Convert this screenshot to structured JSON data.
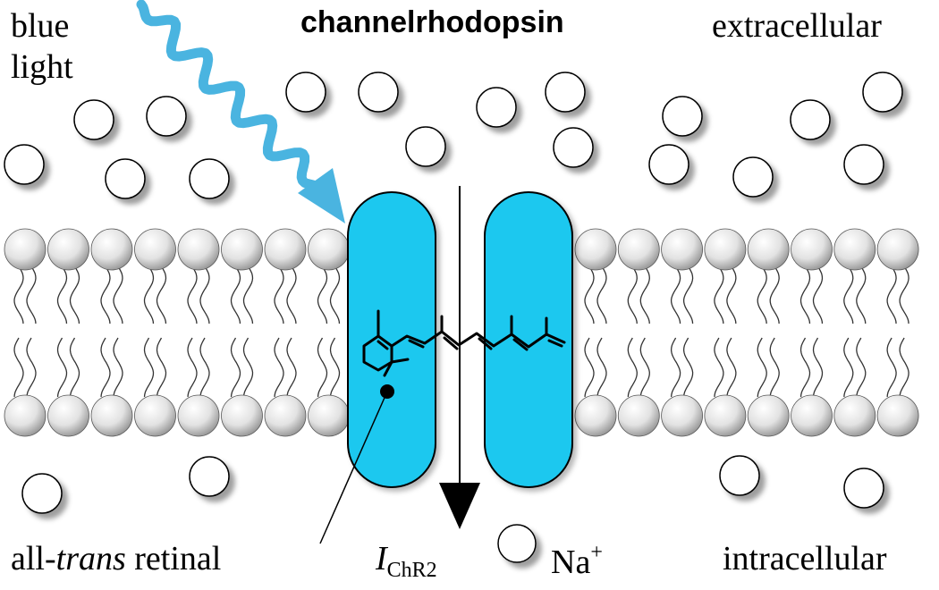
{
  "title": "channelrhodopsin",
  "labels": {
    "blue_light_line1": "blue",
    "blue_light_line2": "light",
    "extracellular": "extracellular",
    "intracellular": "intracellular",
    "retinal_prefix": "all-",
    "retinal_italic": "trans",
    "retinal_suffix": " retinal",
    "current_symbol": "I",
    "current_subscript": "ChR2",
    "ion_name": "Na",
    "ion_charge": "+"
  },
  "colors": {
    "channel": "#1ac8ef",
    "light_arrow": "#4ab4e0",
    "ion_fill": "#ffffff",
    "outline": "#000000"
  },
  "icons": {
    "light": "wavy-arrow-icon",
    "ion": "circle-icon",
    "current": "down-arrow-icon"
  }
}
